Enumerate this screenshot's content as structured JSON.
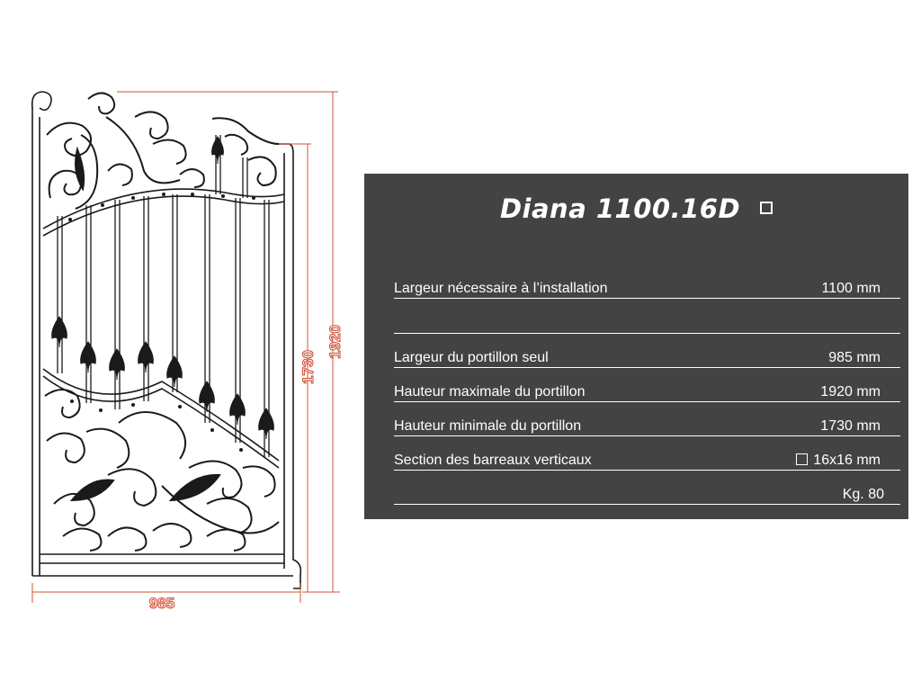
{
  "dimensions": {
    "width": "985",
    "height_max": "1920",
    "height_min": "1730"
  },
  "spec_sheet": {
    "title": "Diana 1100.16",
    "title_suffix": "D",
    "rows": [
      {
        "label": "Largeur nécessaire à l’installation",
        "value": "1100 mm"
      },
      {
        "label": "",
        "value": ""
      },
      {
        "label": "Largeur du portillon seul",
        "value": "985 mm"
      },
      {
        "label": "Hauteur maximale du portillon",
        "value": "1920 mm"
      },
      {
        "label": "Hauteur minimale du portillon",
        "value": "1730 mm"
      },
      {
        "label": "Section des barreaux verticaux",
        "value": "16x16 mm"
      },
      {
        "label": "",
        "value": "Kg. 80"
      }
    ]
  },
  "colors": {
    "panel_background": "#434343",
    "dimension_lines": "#d0533a",
    "drawing_lines": "#1a1a1a"
  }
}
